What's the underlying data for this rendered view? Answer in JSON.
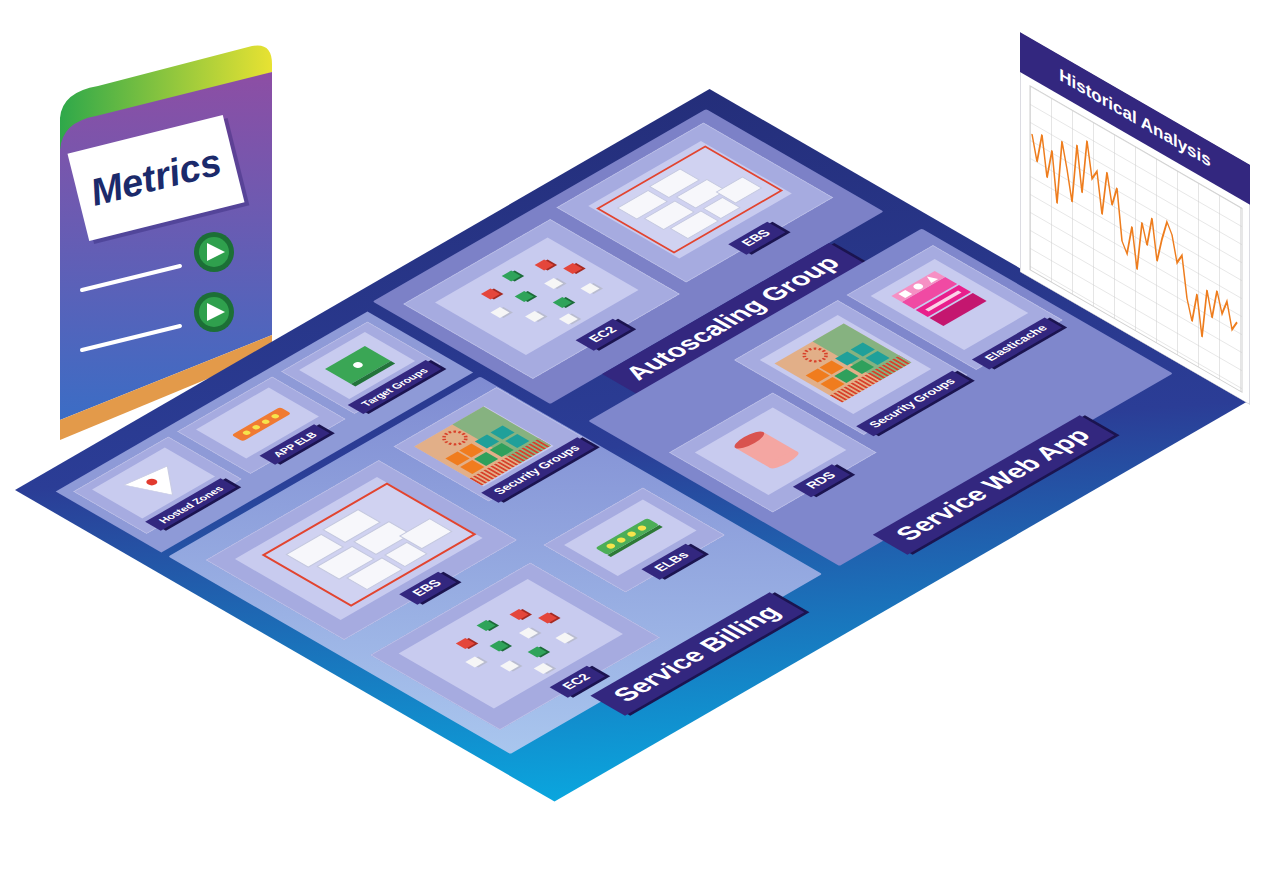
{
  "diagram": {
    "nodes": [
      {
        "text": [
          "Metrics"
        ]
      },
      {
        "text": [
          "Historical Analysis"
        ]
      },
      {
        "text": [
          "Autoscaling Group"
        ]
      },
      {
        "text": [
          "EC2"
        ],
        "in": 2
      },
      {
        "text": [
          "EBS"
        ],
        "in": 2
      },
      {
        "text": [
          "Hosted Zones"
        ]
      },
      {
        "text": [
          "APP ELB"
        ]
      },
      {
        "text": [
          "Target Groups"
        ]
      },
      {
        "text": [
          "Service Billing"
        ]
      },
      {
        "text": [
          "Security Groups"
        ],
        "in": 8
      },
      {
        "text": [
          "EBS"
        ],
        "in": 8
      },
      {
        "text": [
          "ELBs"
        ],
        "in": 8
      },
      {
        "text": [
          "EC2"
        ],
        "in": 8
      },
      {
        "text": [
          "Service Web App"
        ]
      },
      {
        "text": [
          "RDS"
        ],
        "in": 13
      },
      {
        "text": [
          "Security Groups"
        ],
        "in": 13
      },
      {
        "text": [
          "Elasticache"
        ],
        "in": 13
      }
    ]
  }
}
